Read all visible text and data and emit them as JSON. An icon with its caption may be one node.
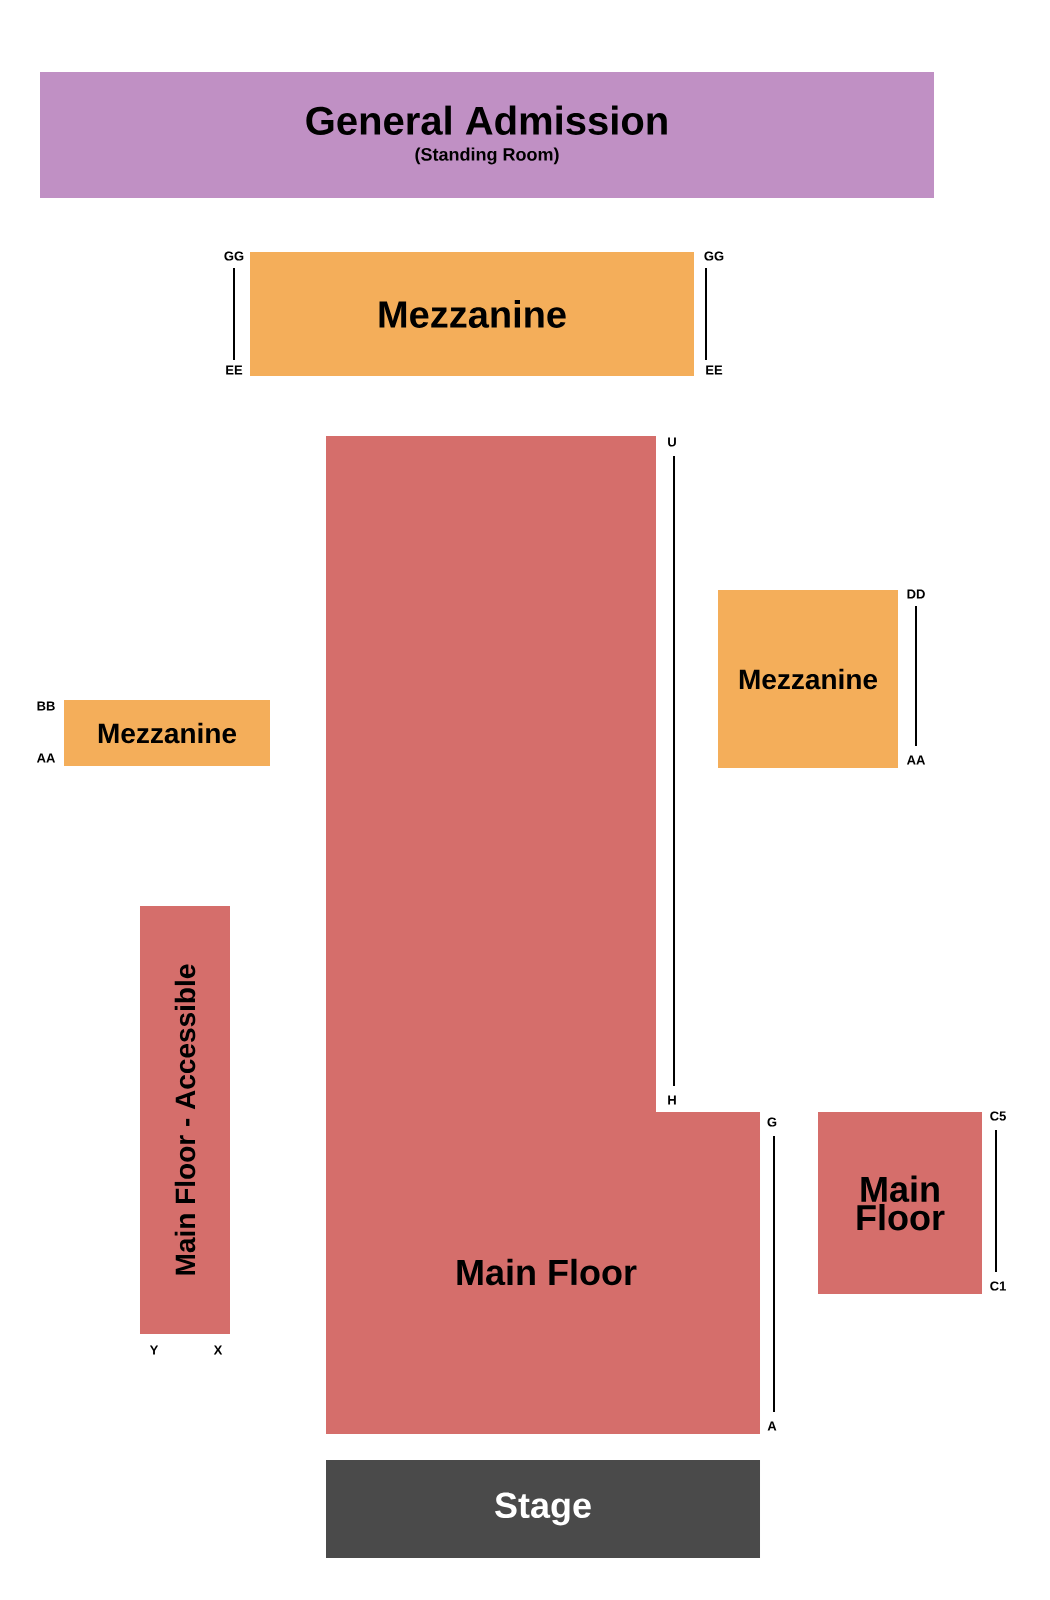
{
  "diagram": {
    "nodes": [
      {
        "text": [
          "General Admission",
          "(Standing Room)"
        ]
      },
      {
        "text": [
          "Mezzanine"
        ]
      },
      {
        "text": [
          "Main Floor"
        ]
      },
      {
        "text": [
          "Mezzanine"
        ]
      },
      {
        "text": [
          "Mezzanine"
        ]
      },
      {
        "text": [
          "Main Floor - Accessible"
        ]
      },
      {
        "text": [
          "Main Floor"
        ]
      },
      {
        "text": [
          "Stage"
        ]
      }
    ],
    "edges": [],
    "labels": [
      "GG",
      "GG",
      "EE",
      "EE",
      "U",
      "DD",
      "BB",
      "AA",
      "AA",
      "H",
      "G",
      "C5",
      "C1",
      "Y",
      "X",
      "A"
    ]
  }
}
